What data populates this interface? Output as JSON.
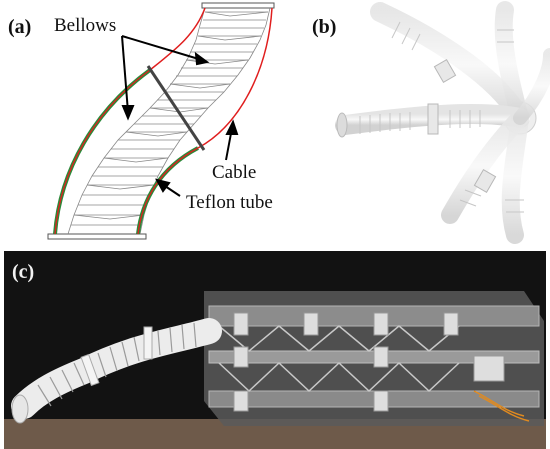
{
  "panels": [
    {
      "label": "(a)",
      "annotations": {
        "bellows": "Bellows",
        "cable": "Cable",
        "teflon": "Teflon tube"
      }
    },
    {
      "label": "(b)"
    },
    {
      "label": "(c)"
    }
  ],
  "colors": {
    "cable": "#e01e1e",
    "teflon": "#2a8a3a",
    "outline": "#666666",
    "background_c": "#121212"
  }
}
